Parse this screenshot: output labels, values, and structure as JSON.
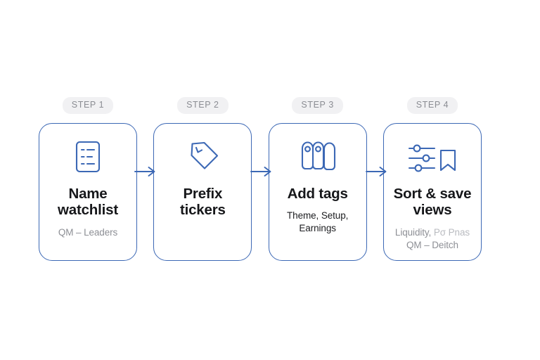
{
  "diagram": {
    "title": "Watchlist setup four-step flow",
    "background_color": "#ffffff",
    "accent_color": "#3c68b5",
    "badge_bg_color": "#f1f1f3",
    "badge_text_color": "#8b8d93",
    "title_text_color": "#16171a",
    "muted_text_color": "#8d8f95"
  },
  "steps": [
    {
      "badge": "STEP 1",
      "icon": "document-list-icon",
      "title_line1": "Name",
      "title_line2": "watchlist",
      "subtitle_line1": "QM – Leaders",
      "subtitle_line2": "",
      "subtitle_style": "muted"
    },
    {
      "badge": "STEP 2",
      "icon": "tag-icon",
      "title_line1": "Prefix",
      "title_line2": "tickers",
      "subtitle_line1": "",
      "subtitle_line2": "",
      "subtitle_style": "muted"
    },
    {
      "badge": "STEP 3",
      "icon": "multiple-tags-icon",
      "title_line1": "Add tags",
      "title_line2": "",
      "subtitle_line1": "Theme, Setup,",
      "subtitle_line2": "Earnings",
      "subtitle_style": "dark"
    },
    {
      "badge": "STEP 4",
      "icon": "sliders-bookmark-icon",
      "title_line1": "Sort & save",
      "title_line2": "views",
      "subtitle_line1": "Liquidity, ",
      "subtitle_line1_faded": "Pσ Pnas",
      "subtitle_line2": "QM – Deitch",
      "subtitle_style": "muted"
    }
  ],
  "connectors": [
    {
      "name": "arrow-step1-to-step2",
      "direction": "right"
    },
    {
      "name": "arrow-step2-to-step3",
      "direction": "right"
    },
    {
      "name": "arrow-step3-to-step4",
      "direction": "right"
    }
  ]
}
